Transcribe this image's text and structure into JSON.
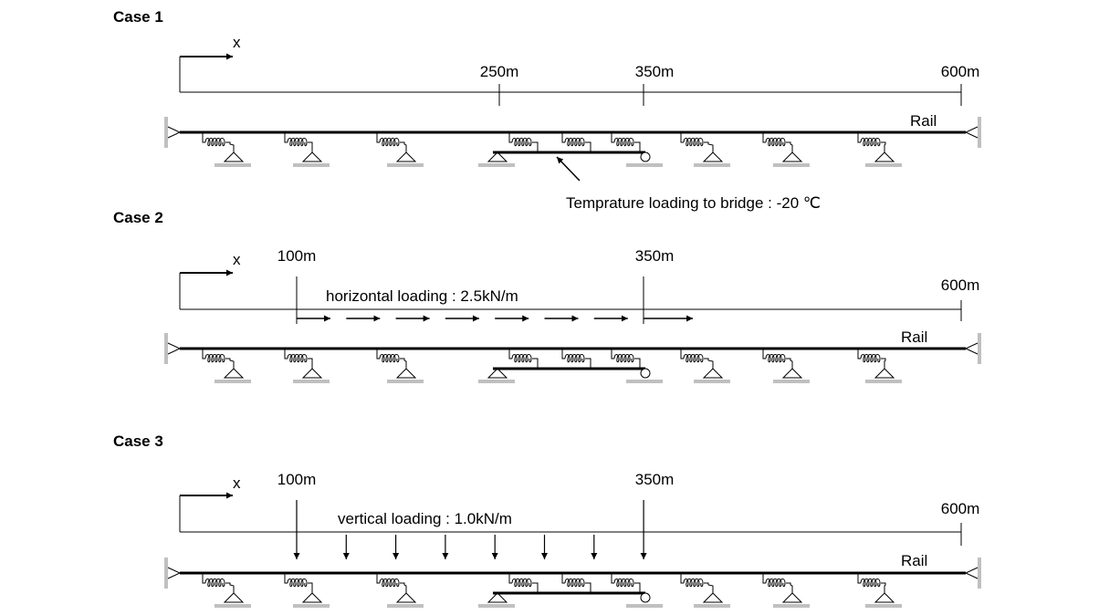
{
  "cases": [
    {
      "title": "Case 1",
      "axis_label": "x",
      "distance_labels": [
        "250m",
        "350m",
        "600m"
      ],
      "rail_label": "Rail",
      "loading_label": "Temprature loading to bridge  : -20 ℃",
      "loading_type": "temperature"
    },
    {
      "title": "Case 2",
      "axis_label": "x",
      "distance_labels": [
        "100m",
        "350m",
        "600m"
      ],
      "rail_label": "Rail",
      "loading_label": "horizontal loading : 2.5kN/m",
      "loading_type": "horizontal"
    },
    {
      "title": "Case 3",
      "axis_label": "x",
      "distance_labels": [
        "100m",
        "350m",
        "600m"
      ],
      "rail_label": "Rail",
      "loading_label": "vertical loading : 1.0kN/m",
      "loading_type": "vertical"
    }
  ],
  "colors": {
    "line": "#000000",
    "ground": "#c0c0c0"
  }
}
